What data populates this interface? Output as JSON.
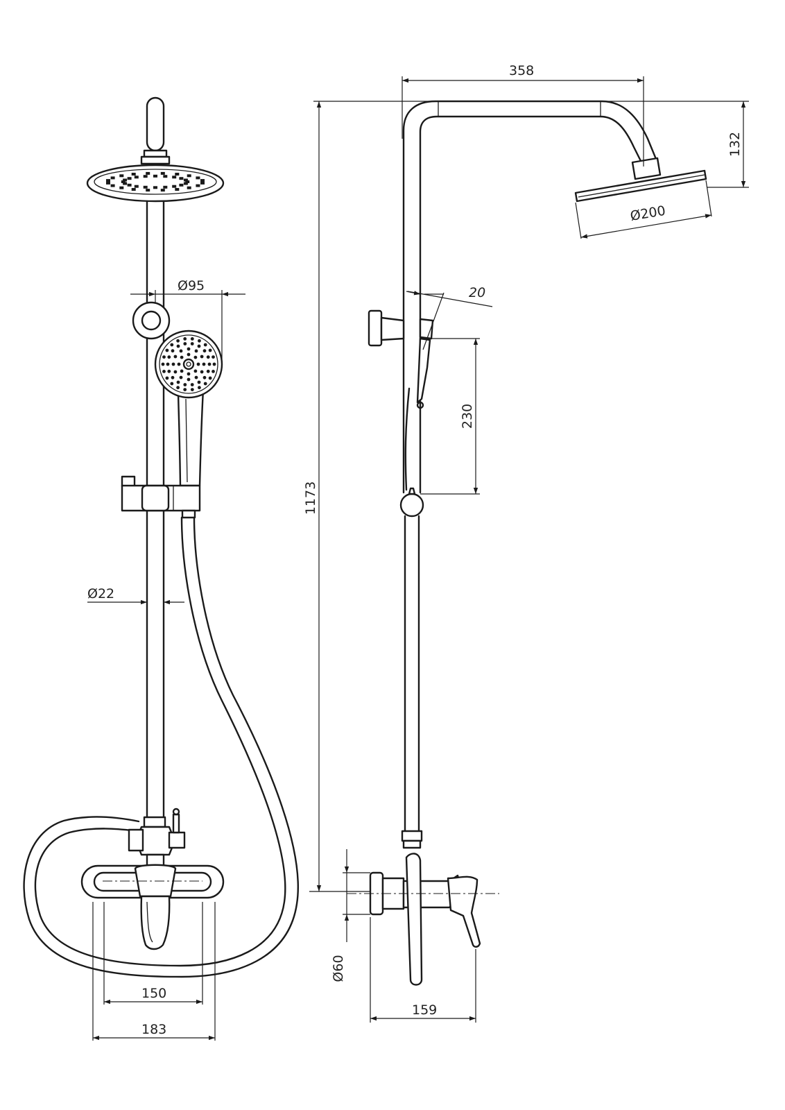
{
  "dimensions": {
    "d95": "Ø95",
    "d22": "Ø22",
    "w150": "150",
    "w183": "183",
    "h1173": "1173",
    "w358": "358",
    "h132": "132",
    "d200": "Ø200",
    "a20": "20",
    "h230": "230",
    "d60": "Ø60",
    "w159": "159"
  }
}
